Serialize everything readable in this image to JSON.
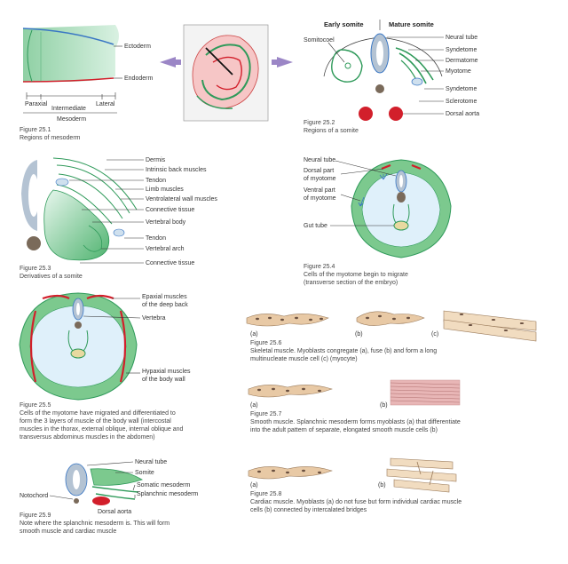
{
  "fig1": {
    "labels": {
      "ectoderm": "Ectoderm",
      "endoderm": "Endoderm",
      "paraxial": "Paraxial",
      "intermediate": "Intermediate",
      "lateral": "Lateral",
      "mesoderm": "Mesoderm"
    },
    "caption_num": "Figure 25.1",
    "caption_text": "Regions of mesoderm"
  },
  "fig2": {
    "labels": {
      "early_somite": "Early somite",
      "mature_somite": "Mature somite",
      "somitocoel": "Somitocoel",
      "neural_tube": "Neural tube",
      "syndetome": "Syndetome",
      "dermatome": "Dermatome",
      "myotome": "Myotome",
      "syndetome2": "Syndetome",
      "sclerotome": "Sclerotome",
      "dorsal_aorta": "Dorsal aorta"
    },
    "caption_num": "Figure 25.2",
    "caption_text": "Regions of a somite"
  },
  "fig3": {
    "labels": {
      "dermis": "Dermis",
      "intrinsic": "Intrinsic back muscles",
      "tendon": "Tendon",
      "limb": "Limb muscles",
      "ventrolateral": "Ventrolateral wall muscles",
      "connective": "Connective tissue",
      "vertebral_body": "Vertebral body",
      "tendon2": "Tendon",
      "vertebral_arch": "Vertebral arch",
      "connective2": "Connective tissue"
    },
    "caption_num": "Figure 25.3",
    "caption_text": "Derivatives of a somite"
  },
  "fig4": {
    "labels": {
      "neural_tube": "Neural tube",
      "dorsal_part": "Dorsal part",
      "of_myotome": "of myotome",
      "ventral_part": "Ventral part",
      "of_myotome2": "of myotome",
      "gut_tube": "Gut tube"
    },
    "caption_num": "Figure 25.4",
    "caption_line1": "Cells of the myotome begin to migrate",
    "caption_line2": "(transverse section of the embryo)"
  },
  "fig5": {
    "labels": {
      "epaxial1": "Epaxial muscles",
      "epaxial2": "of the deep back",
      "vertebra": "Vertebra",
      "hypaxial1": "Hypaxial muscles",
      "hypaxial2": "of the body wall"
    },
    "caption_num": "Figure 25.5",
    "caption_line1": "Cells of the myotome have migrated and differentiated to",
    "caption_line2": "form the 3 layers of muscle of the body wall (intercostal",
    "caption_line3": "muscles in the thorax, external oblique, internal oblique and",
    "caption_line4": "transversus abdominus muscles in the abdomen)"
  },
  "fig6": {
    "labels": {
      "a": "(a)",
      "b": "(b)",
      "c": "(c)"
    },
    "caption_num": "Figure 25.6",
    "caption_line1": "Skeletal muscle. Myoblasts congregate (a), fuse (b) and form a long",
    "caption_line2": "multinucleate muscle cell (c) (myocyte)"
  },
  "fig7": {
    "labels": {
      "a": "(a)",
      "b": "(b)"
    },
    "caption_num": "Figure 25.7",
    "caption_line1": "Smooth muscle. Splanchnic mesoderm forms myoblasts (a) that differentiate",
    "caption_line2": "into the adult pattern of separate, elongated smooth muscle cells (b)"
  },
  "fig8": {
    "labels": {
      "a": "(a)",
      "b": "(b)"
    },
    "caption_num": "Figure 25.8",
    "caption_line1": "Cardiac muscle. Myoblasts (a) do not fuse but form individual cardiac muscle",
    "caption_line2": "cells (b) connected by intercalated bridges"
  },
  "fig9": {
    "labels": {
      "neural_tube": "Neural tube",
      "somite": "Somite",
      "somatic": "Somatic mesoderm",
      "splanchnic": "Splanchnic mesoderm",
      "notochord": "Notochord",
      "dorsal_aorta": "Dorsal aorta"
    },
    "caption_num": "Figure 25.9",
    "caption_line1": "Note where the splanchnic mesoderm is. This will form",
    "caption_line2": "smooth muscle and cardiac muscle"
  },
  "colors": {
    "green": "#2f9a5a",
    "light_green": "#c9ecd6",
    "mid_green": "#7cc98e",
    "red": "#d21f2b",
    "blue": "#3a77c4",
    "pale_blue": "#dff0fa",
    "grey_blue": "#b4c3d3",
    "brown": "#7a6a5a",
    "arrow_purple": "#9b86c6",
    "tan": "#e8c9a5"
  }
}
